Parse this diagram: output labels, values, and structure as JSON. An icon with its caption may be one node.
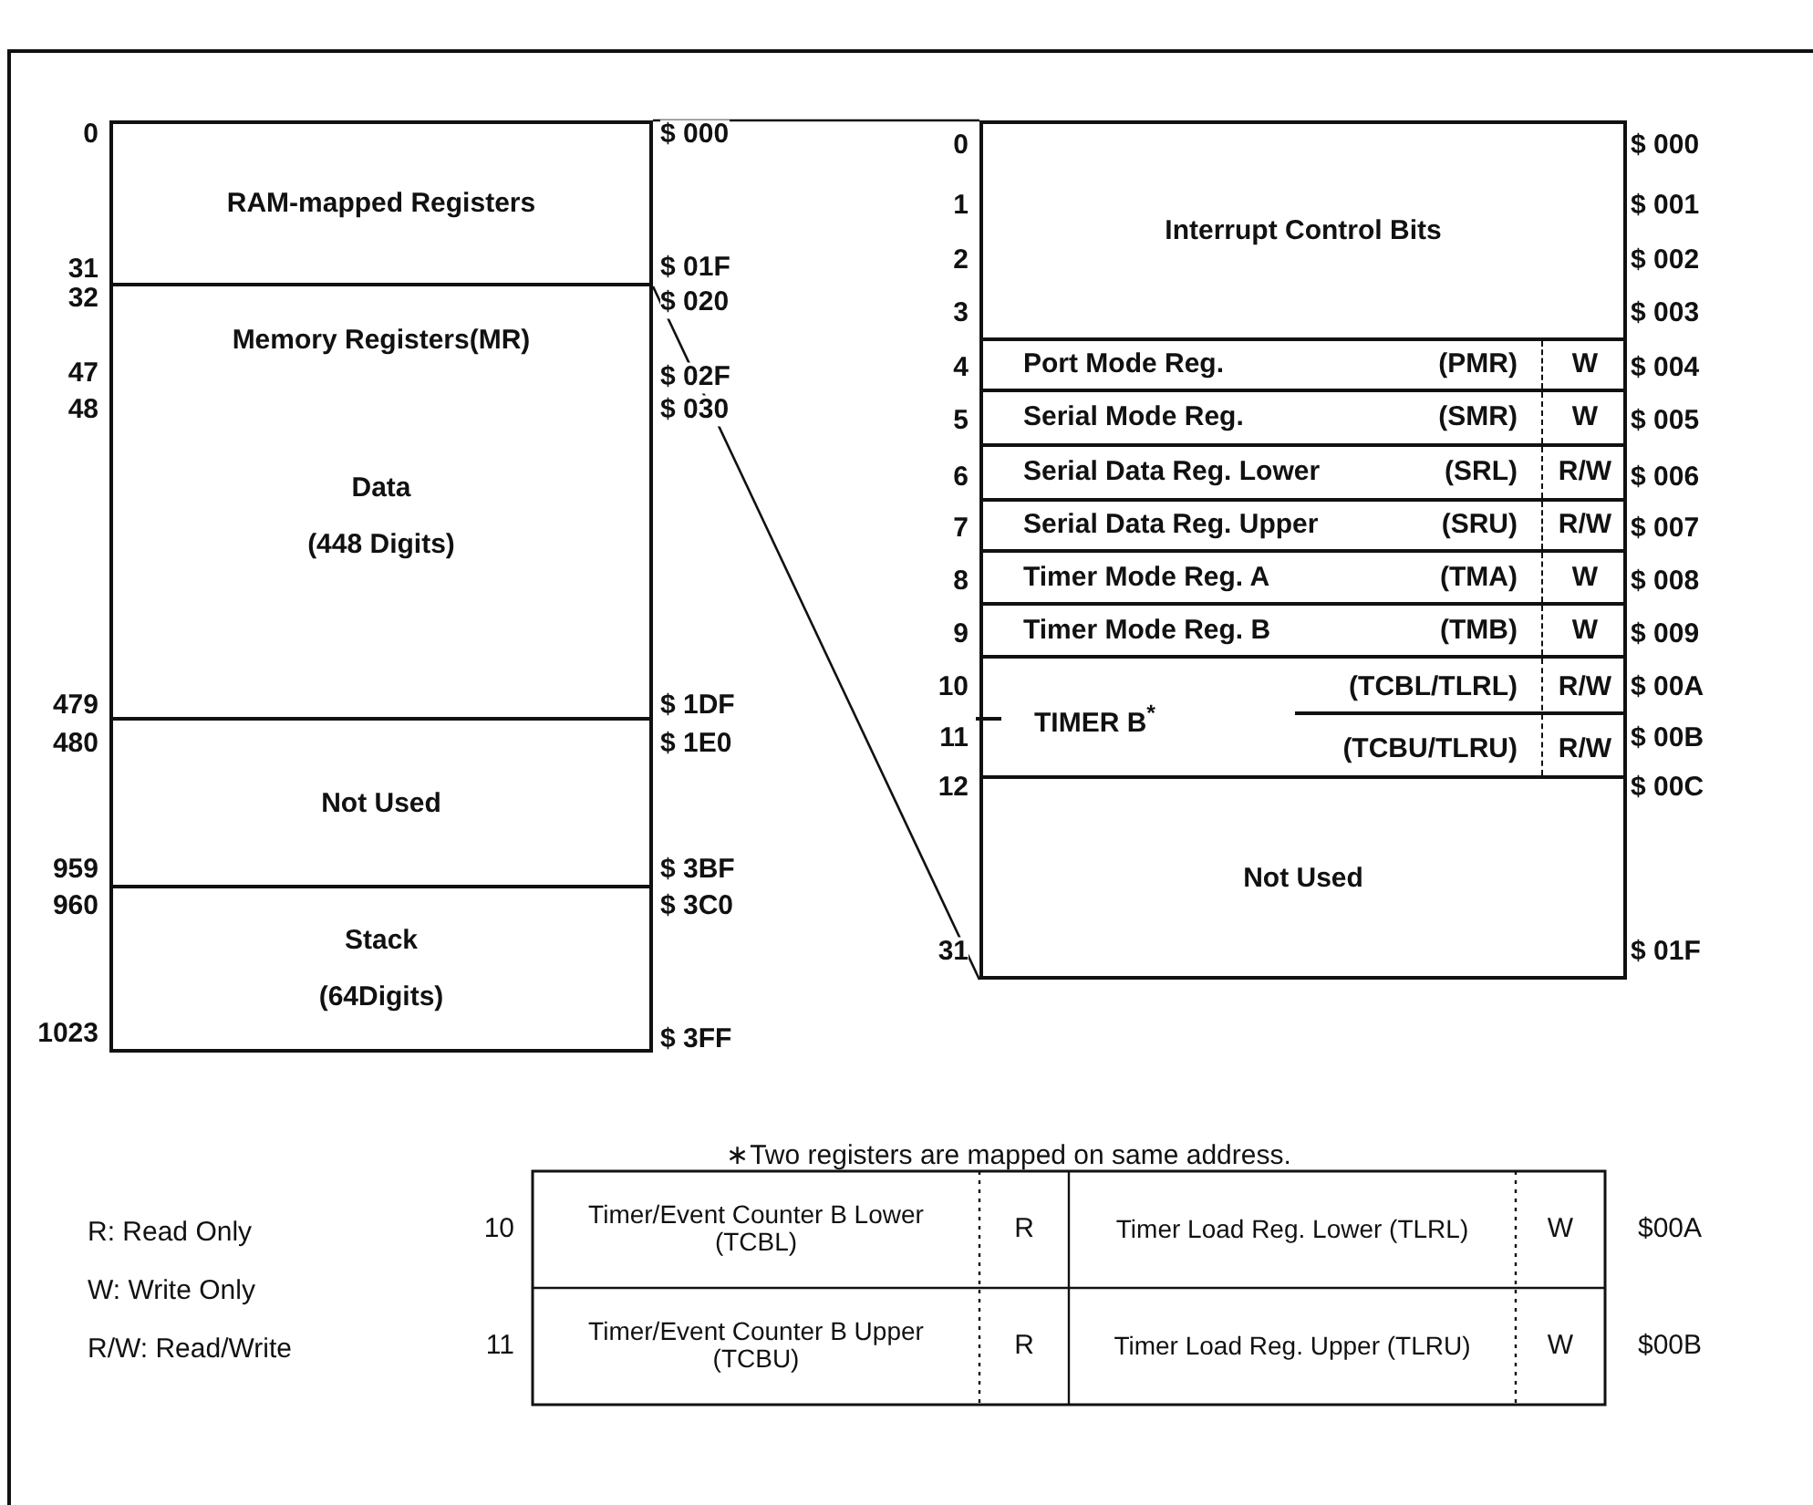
{
  "diagram": {
    "nodes": [
      {
        "text": [
          "RAM-mapped Registers"
        ]
      },
      {
        "text": [
          "Memory Registers(MR)"
        ]
      },
      {
        "text": [
          "Data",
          "(448 Digits)"
        ]
      },
      {
        "text": [
          "Not Used"
        ]
      },
      {
        "text": [
          "Stack",
          "(64Digits)"
        ]
      },
      {
        "text": [
          "Interrupt Control Bits"
        ]
      },
      {
        "text": [
          "Port Mode Reg.",
          "(PMR)",
          "W"
        ]
      },
      {
        "text": [
          "Serial Mode Reg.",
          "(SMR)",
          "W"
        ]
      },
      {
        "text": [
          "Serial Data Reg. Lower",
          "(SRL)",
          "R/W"
        ]
      },
      {
        "text": [
          "Serial Data Reg. Upper",
          "(SRU)",
          "R/W"
        ]
      },
      {
        "text": [
          "Timer Mode Reg. A",
          "(TMA)",
          "W"
        ]
      },
      {
        "text": [
          "Timer Mode Reg. B",
          "(TMB)",
          "W"
        ]
      },
      {
        "text": [
          "TIMER B$^{*}$",
          "(TCBL/TLRL)",
          "R/W",
          "(TCBU/TLRU)",
          "R/W"
        ]
      },
      {
        "text": [
          "Not Used"
        ]
      }
    ],
    "edges": [
      {
        "from": 0,
        "to": 5,
        "arrow": "none"
      },
      {
        "from": 0,
        "to": 13,
        "arrow": "none"
      }
    ],
    "labels": [
      "0",
      "$ 000",
      "31",
      "$ 01F",
      "32",
      "$ 020",
      "47",
      "$ 02F",
      "48",
      "$ 030",
      "479",
      "$ 1DF",
      "480",
      "$ 1E0",
      "959",
      "$ 3BF",
      "960",
      "$ 3C0",
      "1023",
      "$ 3FF",
      "0",
      "$ 000",
      "1",
      "$ 001",
      "2",
      "$ 002",
      "3",
      "$ 003",
      "4",
      "$ 004",
      "5",
      "$ 005",
      "6",
      "$ 006",
      "7",
      "$ 007",
      "8",
      "$ 008",
      "9",
      "$ 009",
      "10",
      "$ 00A",
      "11",
      "$ 00B",
      "12",
      "$ 00C",
      "31",
      "$ 01F",
      "∗Two registers are mapped on same address.",
      "R: Read Only",
      "W: Write Only",
      "R/W: Read/Write",
      "10",
      "Timer/Event Counter B Lower (TCBL)",
      "R",
      "Timer Load Reg. Lower (TLRL)",
      "W",
      "$00A",
      "11",
      "Timer/Event Counter B Upper (TCBU)",
      "R",
      "Timer Load Reg. Upper (TLRU)",
      "W",
      "$00B"
    ]
  }
}
